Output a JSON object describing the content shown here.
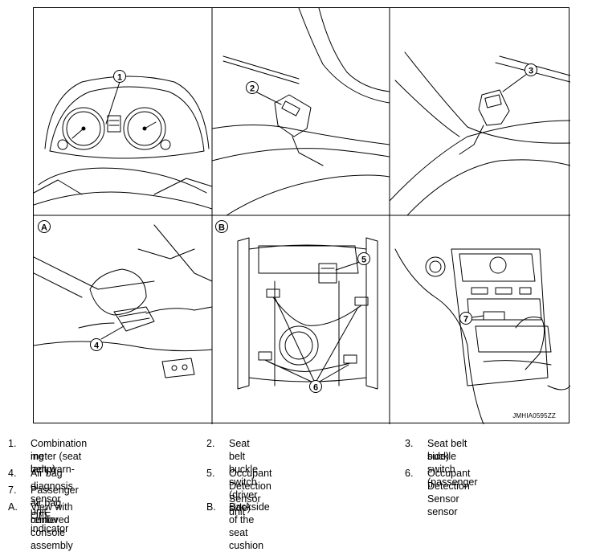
{
  "figure": {
    "reference_code": "JMHIA0595ZZ",
    "panels": [
      {
        "id": "combination-meter",
        "callouts": [
          "1"
        ]
      },
      {
        "id": "driver-buckle",
        "callouts": [
          "2"
        ]
      },
      {
        "id": "passenger-buckle",
        "callouts": [
          "3"
        ]
      },
      {
        "id": "view-a",
        "badge": "A",
        "callouts": [
          "4"
        ]
      },
      {
        "id": "view-b",
        "badge": "B",
        "callouts": [
          "5",
          "6"
        ]
      },
      {
        "id": "center-console",
        "callouts": [
          "7"
        ]
      }
    ]
  },
  "legend": [
    {
      "key": "1.",
      "text": "Combination meter (seat belt warn-"
    },
    {
      "key": "",
      "text": "ing lamp)"
    },
    {
      "key": "2.",
      "text": "Seat belt buckle switch (driver side)"
    },
    {
      "key": "3.",
      "text": "Seat belt buckle switch (passenger"
    },
    {
      "key": "",
      "text": "side)"
    },
    {
      "key": "4.",
      "text": "Air bag diagnosis sensor unit"
    },
    {
      "key": "5.",
      "text": "Occupant Detection Sensor unit"
    },
    {
      "key": "6.",
      "text": "Occupant Detection Sensor sensor"
    },
    {
      "key": "7.",
      "text": "Passenger air bag OFF indicator"
    },
    {
      "key": "A.",
      "text": "View with center console assembly"
    },
    {
      "key": "",
      "text": "removed"
    },
    {
      "key": "B.",
      "text": "Backside of the seat cushion"
    }
  ]
}
